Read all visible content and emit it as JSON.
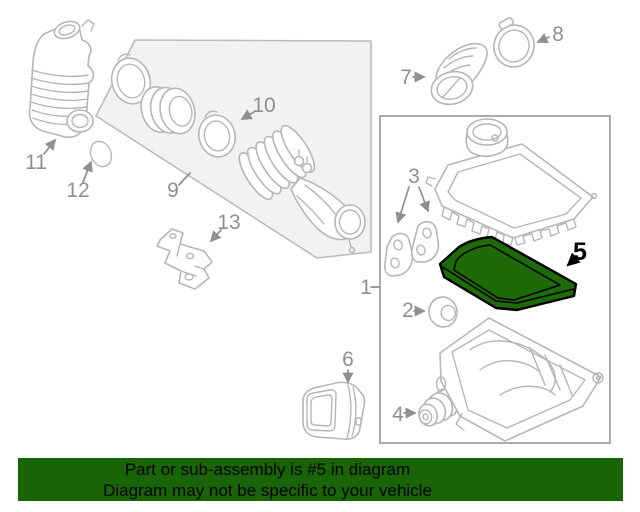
{
  "notice_banner": {
    "line1": "Part or sub-assembly is #5 in diagram",
    "line2": "Diagram may not be specific to your vehicle",
    "background_color": "#186407",
    "text_color": "#000000"
  },
  "diagram": {
    "highlighted_part": "5",
    "highlight_color": "#1e6908",
    "line_color": "#b6b6b6",
    "callout_color": "#8f8f8f",
    "callouts": {
      "p1": "1",
      "p2": "2",
      "p3": "3",
      "p4": "4",
      "p5": "5",
      "p6": "6",
      "p7": "7",
      "p8": "8",
      "p9": "9",
      "p10": "10",
      "p11": "11",
      "p12": "12",
      "p13": "13"
    }
  }
}
